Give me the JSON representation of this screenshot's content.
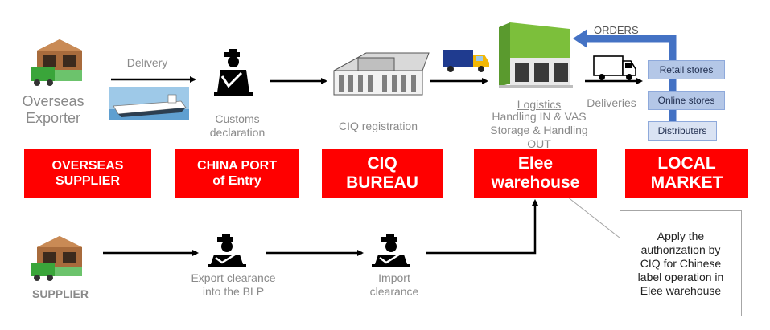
{
  "nodes": {
    "overseas_exporter": "Overseas\nExporter",
    "delivery": "Delivery",
    "customs": "Customs\ndeclaration",
    "ciq_registration": "CIQ registration",
    "logistics_title": "Logistics",
    "logistics_detail": "Handling IN & VAS\nStorage & Handling\nOUT",
    "deliveries": "Deliveries",
    "orders": "ORDERS",
    "supplier": "SUPPLIER",
    "export_clearance": "Export clearance\ninto the BLP",
    "import_clearance": "Import\nclearance"
  },
  "stores": {
    "retail": "Retail stores",
    "online": "Online stores",
    "distributers": "Distributers"
  },
  "red_boxes": {
    "overseas_supplier": "OVERSEAS\nSUPPLIER",
    "china_port": "CHINA PORT\nof Entry",
    "ciq_bureau": "CIQ\nBUREAU",
    "elee_warehouse": "Elee\nwarehouse",
    "local_market": "LOCAL\nMARKET"
  },
  "note": "Apply the\nauthorization by\nCIQ  for Chinese\nlabel operation in\nElee warehouse",
  "colors": {
    "red": "#ff0000",
    "arrow": "#000000",
    "orders_arrow": "#4472c4",
    "store_fill": "#b4c7e7",
    "store_fill_alt": "#dae3f3"
  },
  "icons": [
    "factory-icon",
    "ship-icon",
    "customs-officer-icon",
    "building-icon",
    "truck-icon",
    "warehouse-icon",
    "van-icon"
  ]
}
